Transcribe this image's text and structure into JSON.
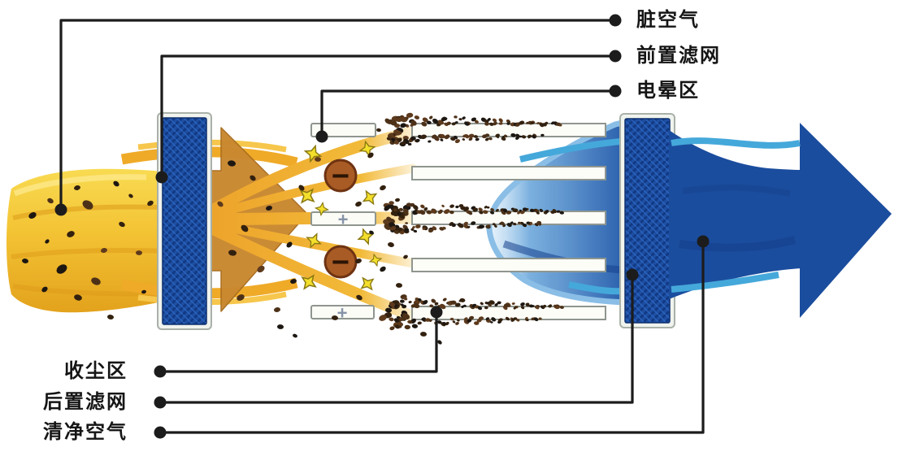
{
  "diagram": {
    "type": "electrostatic-precipitator-airflow",
    "callouts_top": [
      {
        "id": "dirty-air",
        "label": "脏空气"
      },
      {
        "id": "pre-filter",
        "label": "前置滤网"
      },
      {
        "id": "corona-zone",
        "label": "电晕区"
      }
    ],
    "callouts_bottom": [
      {
        "id": "dust-collection-zone",
        "label": "收尘区"
      },
      {
        "id": "post-filter",
        "label": "后置滤网"
      },
      {
        "id": "clean-air",
        "label": "清净空气"
      }
    ],
    "symbols": {
      "negative": "−",
      "positive": "+"
    },
    "colors": {
      "dirty_flow": "#f2c436",
      "flow_orange": "#eca226",
      "arrow_orange": "#c9882f",
      "clean_flow": "#1b4d9e",
      "flow_teal": "#45a8da",
      "filter_mesh": "#1e4fa2",
      "filter_frame": "#f0f3ee",
      "dust": "#3a2614",
      "electrode": "#a85b24",
      "spark": "#f3df2c",
      "plate_fill": "#fdfdf8",
      "plate_border": "#8f968f",
      "callout": "#1c1c1c"
    }
  }
}
